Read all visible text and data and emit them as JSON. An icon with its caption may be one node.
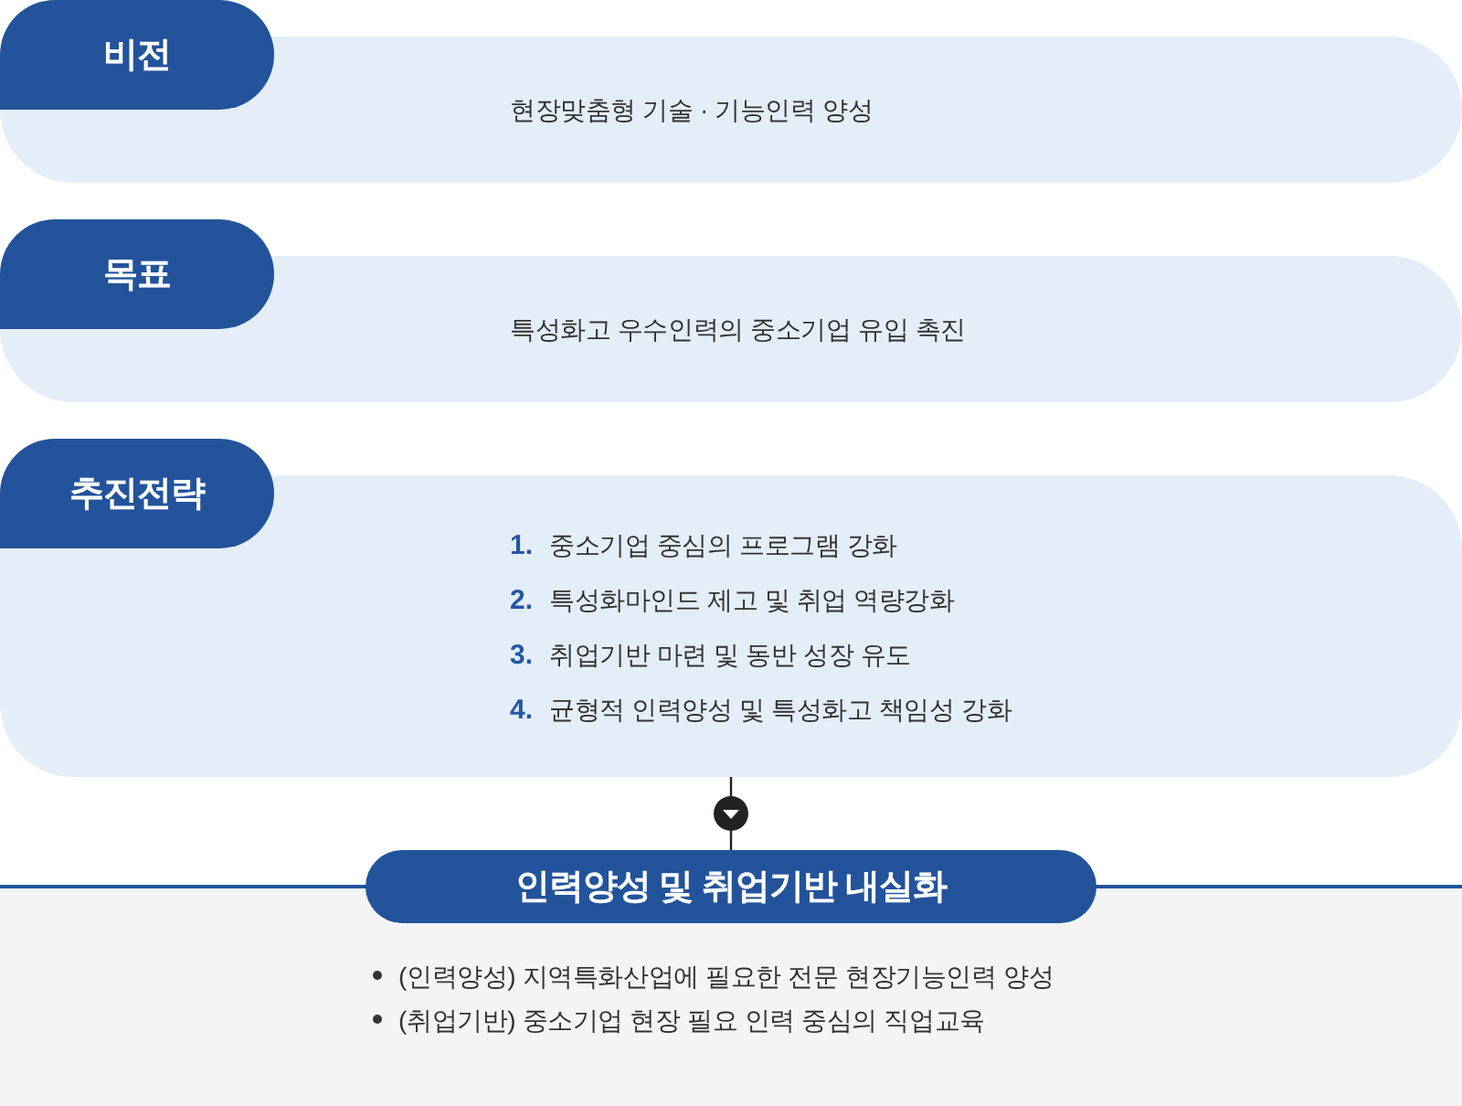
{
  "diagram": {
    "nodes": [
      {
        "text": [
          "비전"
        ]
      },
      {
        "text": [
          "현장맞춤형 기술 · 기능인력 양성"
        ]
      },
      {
        "text": [
          "목표"
        ]
      },
      {
        "text": [
          "특성화고 우수인력의 중소기업 유입 촉진"
        ]
      },
      {
        "text": [
          "추진전략"
        ]
      },
      {
        "text": [
          "1.",
          "중소기업 중심의 프로그램 강화",
          "2.",
          "특성화마인드 제고 및 취업 역량강화",
          "3.",
          "취업기반 마련 및 동반 성장 유도",
          "4.",
          "균형적 인력양성 및 특성화고 책임성 강화"
        ]
      },
      {
        "text": [
          "인력양성 및 취업기반 내실화"
        ]
      },
      {
        "text": [
          "(인력양성) 지역특화산업에 필요한 전문 현장기능인력 양성",
          "(취업기반) 중소기업 현장 필요 인력 중심의 직업교육"
        ]
      }
    ],
    "edges": [
      {
        "from": 5,
        "to": 6,
        "arrow": "to"
      }
    ]
  }
}
